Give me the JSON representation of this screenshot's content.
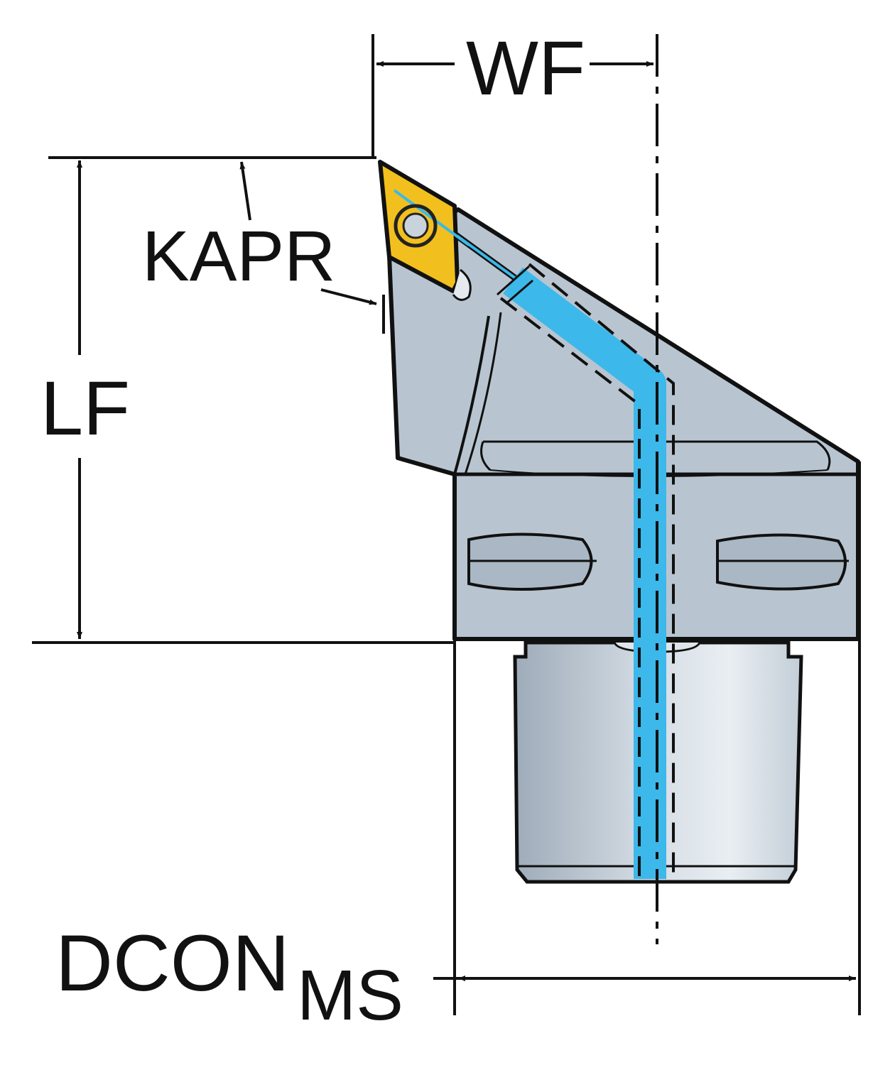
{
  "labels": {
    "wf": "WF",
    "lf": "LF",
    "kapr": "KAPR",
    "dcon": "DCON",
    "dcon_sub": "MS"
  },
  "colors": {
    "insert": "#f2c01e",
    "body": "#b8c5d1",
    "coolant": "#3cb8ea",
    "line": "#111111"
  }
}
